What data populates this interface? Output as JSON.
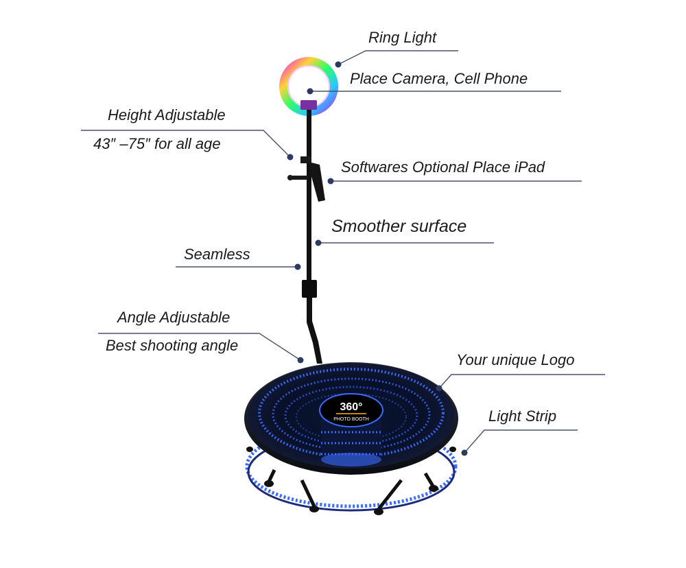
{
  "labels": {
    "ring_light": "Ring Light",
    "place_camera": "Place Camera, Cell Phone",
    "height_adjustable": "Height Adjustable",
    "height_range": "43″ –75″ for all age",
    "place_ipad": "Softwares Optional Place iPad",
    "smoother_surface": "Smoother surface",
    "seamless": "Seamless",
    "angle_adjustable": "Angle Adjustable",
    "best_angle": "Best shooting angle",
    "unique_logo": "Your unique Logo",
    "light_strip": "Light Strip"
  },
  "logo": {
    "number": "360°",
    "text": "PHOTO BOOTH"
  },
  "colors": {
    "leader_line": "#4a5068",
    "dot": "#2d3a63",
    "led_blue": "#3a6bff",
    "led_purple": "#4b3bd8",
    "pole": "#111111"
  }
}
